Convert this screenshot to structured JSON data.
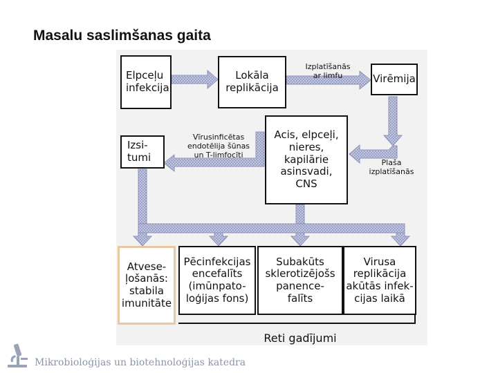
{
  "slide": {
    "title": "Masalu saslimšanas gaita"
  },
  "diagram": {
    "nodes": {
      "respiratory_infection": "Elpceļu\ninfekcija",
      "local_replication": "Lokāla\nreplikācija",
      "viremia": "Virēmija",
      "organs": "Acis, elpceļi,\nnieres,\nkapilārie\nasinsvadi,\nCNS",
      "rash": "Izsi-\ntumi",
      "recovery": "Atvese-\nļošanās:\nstabila\nimunitāte",
      "post_infectious_encephalitis": "Pēcinfekcijas\nencefalīts\n(imūnpato-\nloģijas fons)",
      "sspe": "Subakūts\nsklerotizējošs\npanence-\nfalīts",
      "replication_acute": "Virusa\nreplikācija\nakūtās infek-\ncijas laikā"
    },
    "edge_labels": {
      "lymph_spread": "Izplatīšanās\nar limfu",
      "wide_spread": "Plaša\nizplatīšanās",
      "infected_cells": "Vīrusinficētas\nendotēlija šūnas\nun T-limfocīti"
    },
    "rare_cases_label": "Reti gadījumi"
  },
  "footer": {
    "department": "Mikrobioloģijas un biotehnoloģijas katedra",
    "logo_icon": "microscope-icon"
  },
  "colors": {
    "arrow_fill": "#b7bcd6",
    "arrow_outline": "#8e94b8",
    "highlight_border": "#e8c7a2",
    "footer_text": "#8b95a7"
  }
}
